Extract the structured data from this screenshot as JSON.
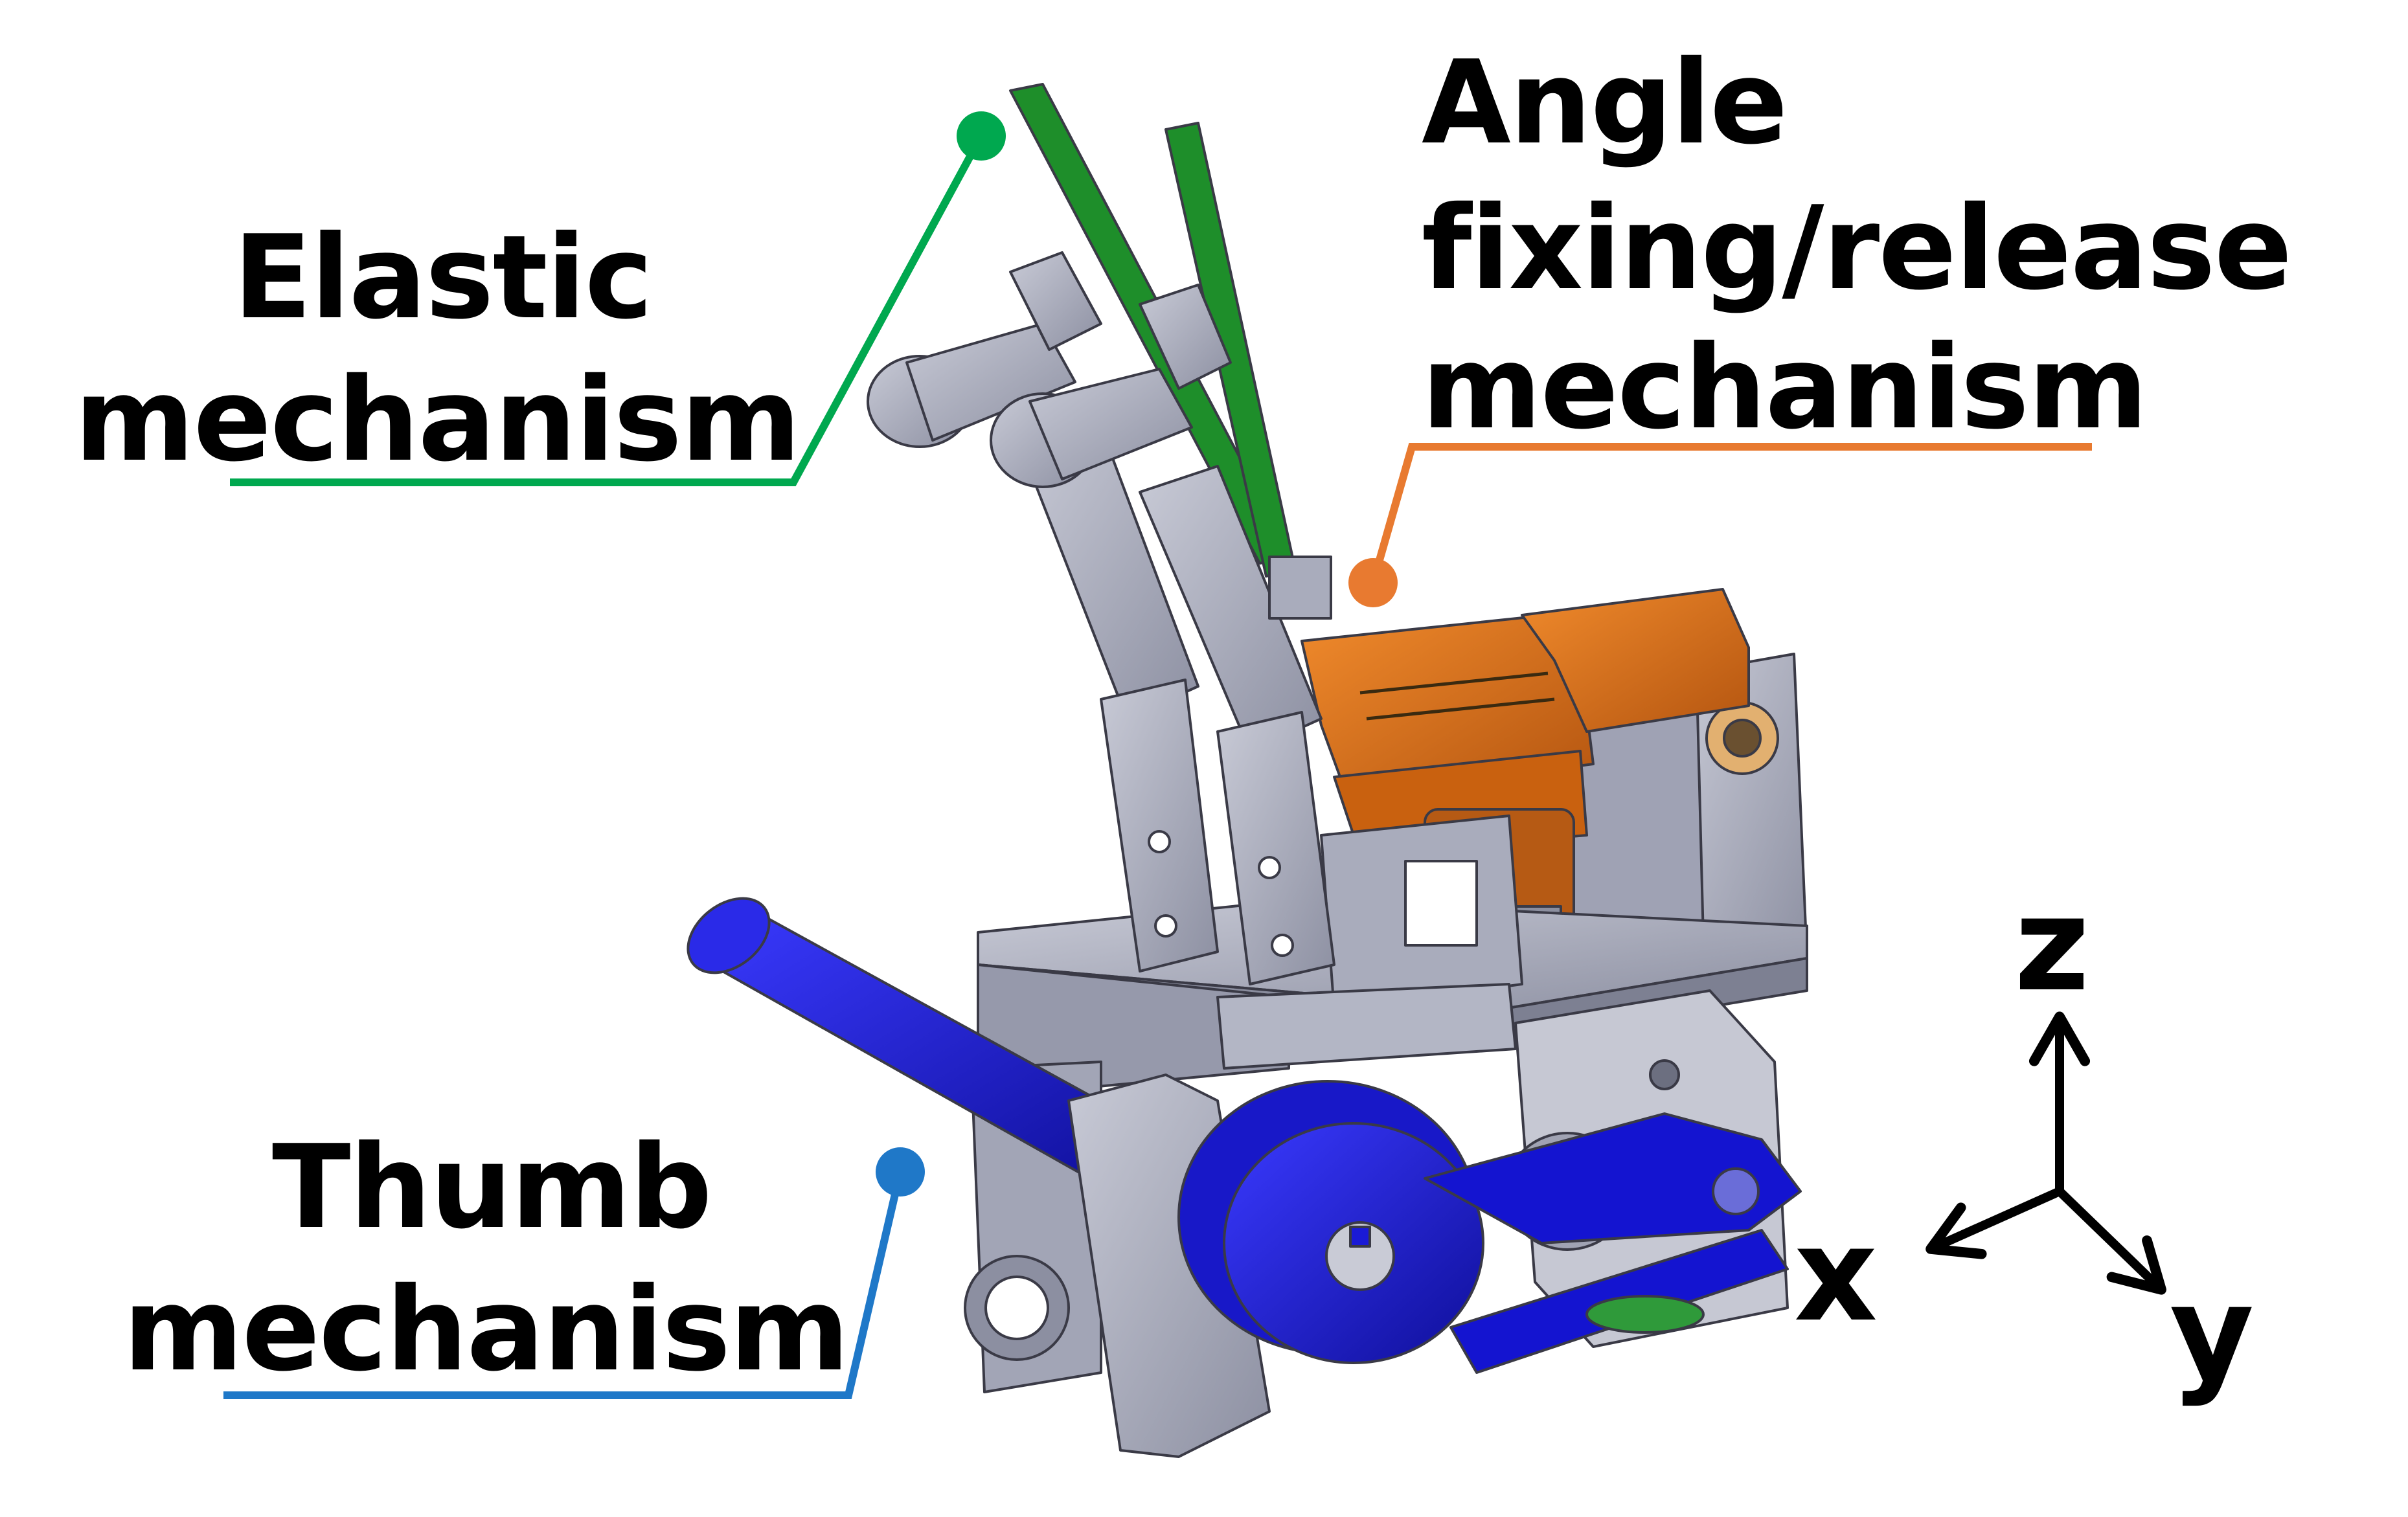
{
  "labels": {
    "elastic": [
      "Elastic",
      "mechanism"
    ],
    "angle": [
      "Angle",
      "fixing/release",
      "mechanism"
    ],
    "thumb": [
      "Thumb",
      "mechanism"
    ]
  },
  "axes": {
    "z": "z",
    "x": "x",
    "y": "y"
  },
  "colors": {
    "elastic": "#00a84f",
    "angle": "#e87a30",
    "thumb": "#1f78c8",
    "part_orange": "#d96b17",
    "part_blue": "#1a1ad6",
    "part_green": "#1e8e2a",
    "part_gray": "#a6a8b8"
  },
  "icons": [
    "robot-hand-cad-model",
    "axis-triad"
  ]
}
